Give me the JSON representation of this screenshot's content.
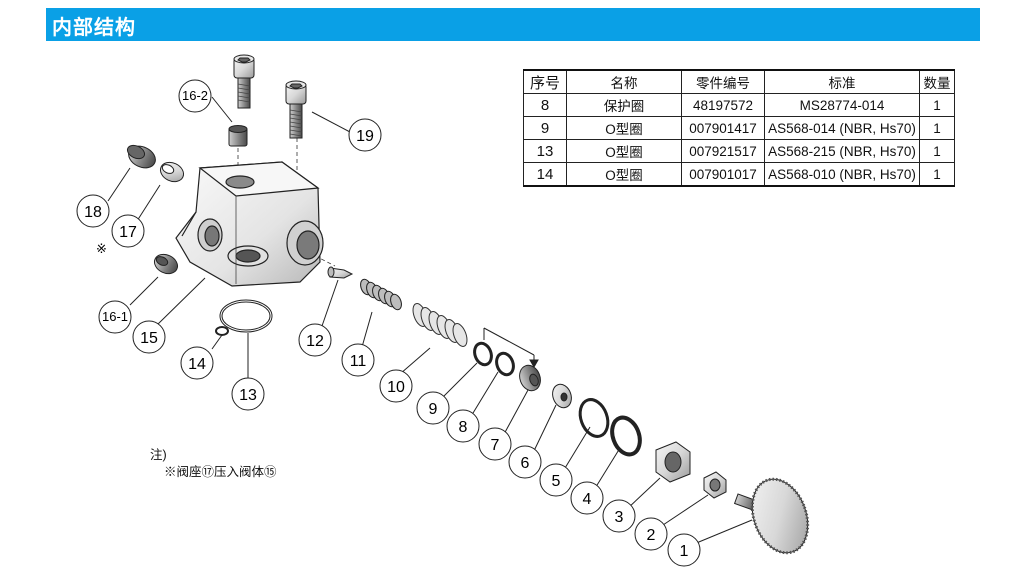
{
  "header": {
    "title": "内部结构"
  },
  "table": {
    "headers": [
      "序号",
      "名称",
      "零件编号",
      "标准",
      "数量"
    ],
    "rows": [
      {
        "no": "8",
        "name": "保护圈",
        "part": "48197572",
        "std": "MS28774-014",
        "qty": "1"
      },
      {
        "no": "9",
        "name": "O型圈",
        "part": "007901417",
        "std": "AS568-014 (NBR, Hs70)",
        "qty": "1"
      },
      {
        "no": "13",
        "name": "O型圈",
        "part": "007921517",
        "std": "AS568-215 (NBR, Hs70)",
        "qty": "1"
      },
      {
        "no": "14",
        "name": "O型圈",
        "part": "007901017",
        "std": "AS568-010 (NBR, Hs70)",
        "qty": "1"
      }
    ]
  },
  "callouts": [
    "16-2",
    "19",
    "18",
    "17",
    "16-1",
    "15",
    "14",
    "13",
    "12",
    "11",
    "10",
    "9",
    "8",
    "7",
    "6",
    "5",
    "4",
    "3",
    "2",
    "1"
  ],
  "asterisk_mark": "※",
  "note": {
    "label": "注)",
    "text": "※阀座⑰压入阀体⑮"
  }
}
